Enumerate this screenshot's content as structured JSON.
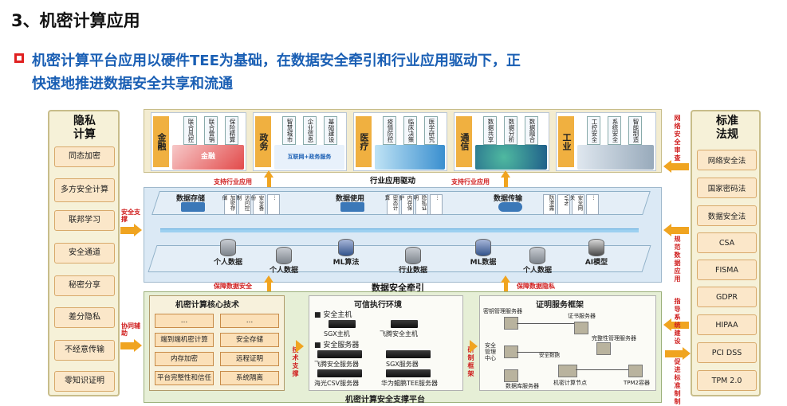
{
  "title": "3、机密计算应用",
  "subtitle": {
    "line1": "机密计算平台应用以硬件TEE为基础，在数据安全牵引和行业应用驱动下，正",
    "line2": "快速地推进数据安全共享和流通"
  },
  "left_panel": {
    "heading": "隐私计算",
    "items": [
      "同态加密",
      "多方安全计算",
      "联邦学习",
      "安全通道",
      "秘密分享",
      "差分隐私",
      "不经意传输",
      "零知识证明"
    ]
  },
  "right_panel": {
    "heading": "标准法规",
    "items": [
      "网络安全法",
      "国家密码法",
      "数据安全法",
      "CSA",
      "FISMA",
      "GDPR",
      "HIPAA",
      "PCI DSS",
      "TPM 2.0"
    ]
  },
  "industries": [
    {
      "name": "金融",
      "subs": [
        "联合风控",
        "联合营销",
        "保险精算"
      ],
      "pic_label": "金融"
    },
    {
      "name": "政务",
      "subs": [
        "智慧城市",
        "企业信息",
        "基础建设"
      ],
      "pic_label": "互联网+政务服务"
    },
    {
      "name": "医疗",
      "subs": [
        "疫情防控",
        "临床决策",
        "医学研究"
      ],
      "pic_label": ""
    },
    {
      "name": "通信",
      "subs": [
        "数据共享",
        "数据分析",
        "数据融合"
      ],
      "pic_label": ""
    },
    {
      "name": "工业",
      "subs": [
        "工控安全",
        "系统安全",
        "智能制造"
      ],
      "pic_label": ""
    }
  ],
  "labels": {
    "industry_drive": "行业应用驱动",
    "support_app_1": "支持行业应用",
    "support_app_2": "支持行业应用",
    "security_support": "安全支撑",
    "network_audit": "网络安全审查",
    "norm_data_app": "规范数据应用",
    "protect_data_security": "保障数据安全",
    "data_security_traction": "数据安全牵引",
    "protect_data_privacy": "保障数据隐私",
    "guide_system_build": "指导系统建设",
    "collab_assist": "协同辅助",
    "tech_support": "技术支撑",
    "dev_framework": "研制框架",
    "promote_standard": "促进标准制制"
  },
  "data_ops": [
    {
      "name": "数据存储",
      "subs": [
        "加密存储",
        "访问控制",
        "安全备份",
        "…"
      ]
    },
    {
      "name": "数据使用",
      "subs": [
        "密态计算",
        "内存保护",
        "隐私证明",
        "…"
      ]
    },
    {
      "name": "数据传输",
      "subs": [
        "防泄露",
        "VPN",
        "安全网关",
        "…"
      ]
    }
  ],
  "data_nodes": [
    "个人数据",
    "个人数据",
    "ML算法",
    "行业数据",
    "ML数据",
    "个人数据",
    "AI模型"
  ],
  "core_tech": {
    "heading": "机密计算核心技术",
    "cells": [
      "…",
      "…",
      "端到端机密计算",
      "安全存储",
      "内存加密",
      "远程证明",
      "平台完整性和信任",
      "系统隔离"
    ]
  },
  "tee": {
    "heading": "可信执行环境",
    "host_group": "安全主机",
    "hosts": [
      "SGX主机",
      "飞腾安全主机"
    ],
    "server_group": "安全服务器",
    "servers": [
      "飞腾安全服务器",
      "SGX服务器",
      "海光CSV服务器",
      "华为鲲鹏TEE服务器"
    ]
  },
  "cert": {
    "heading": "证明服务框架",
    "nodes": [
      "密钥管理服务器",
      "证书服务器",
      "完整性管理服务器",
      "安全管理中心",
      "数据库服务器",
      "机密计算节点",
      "TPM2容器",
      "安全数据"
    ]
  },
  "platform_label": "机密计算安全支撑平台",
  "colors": {
    "title_blue": "#1a5fb4",
    "accent_orange": "#f0a420",
    "label_red": "#d02020",
    "panel_beige": "#f6f1d8",
    "item_peach": "#fbe7c9"
  }
}
